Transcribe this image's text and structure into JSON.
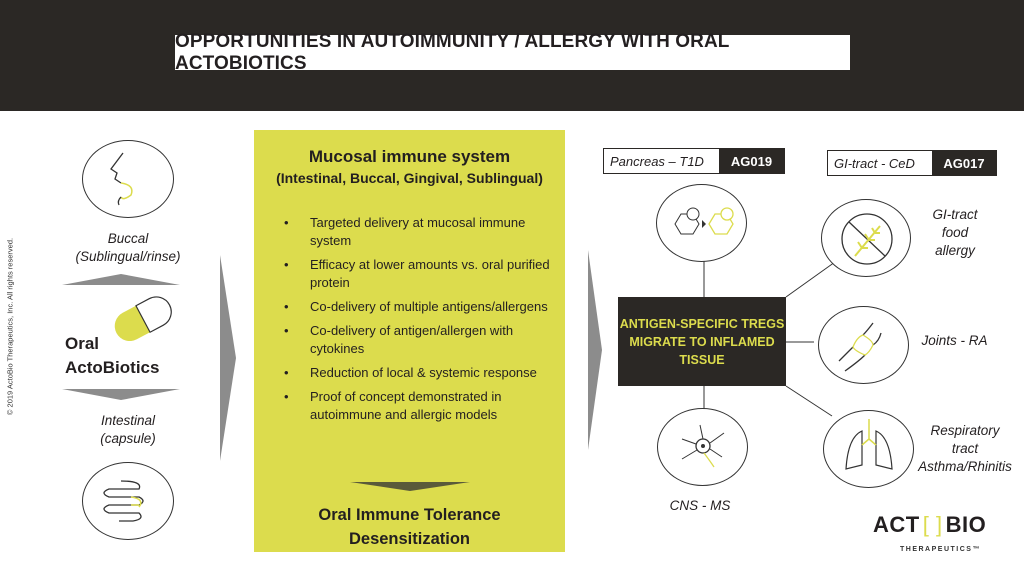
{
  "title": "OPPORTUNITIES IN AUTOIMMUNITY / ALLERGY WITH ORAL ACTOBIOTICS",
  "copyright": "© 2019 ActoBio Therapeutics, Inc. All rights reserved.",
  "left": {
    "buccal": "Buccal",
    "buccal_sub": "(Sublingual/rinse)",
    "product_line1": "Oral",
    "product_line2": "ActoBiotics",
    "intestinal": "Intestinal",
    "intestinal_sub": "(capsule)"
  },
  "mucosal": {
    "heading": "Mucosal immune system",
    "subheading": "(Intestinal, Buccal, Gingival, Sublingual)",
    "bullets": [
      "Targeted delivery at mucosal immune system",
      "Efficacy at lower amounts vs. oral purified protein",
      "Co-delivery of multiple antigens/allergens",
      "Co-delivery of antigen/allergen with cytokines",
      "Reduction of local & systemic response",
      "Proof of concept demonstrated in autoimmune and allergic models"
    ],
    "footer_line1": "Oral Immune Tolerance",
    "footer_line2": "Desensitization"
  },
  "tags": [
    {
      "label": "Pancreas – T1D",
      "code": "AG019"
    },
    {
      "label": "GI-tract - CeD",
      "code": "AG017"
    }
  ],
  "center": "ANTIGEN-SPECIFIC TREGS MIGRATE TO INFLAMED TISSUE",
  "targets": {
    "cns": "CNS  - MS",
    "gi_line1": "GI-tract",
    "gi_line2": "food",
    "gi_line3": "allergy",
    "joints": "Joints - RA",
    "resp_line1": "Respiratory",
    "resp_line2": "tract",
    "resp_line3": "Asthma/Rhinitis"
  },
  "logo": {
    "text_left": "ACT",
    "text_right": "BIO",
    "sub": "THERAPEUTICS™"
  },
  "colors": {
    "dark": "#2b2825",
    "accent": "#dcdc4d",
    "arrow": "#8c8c8c"
  }
}
